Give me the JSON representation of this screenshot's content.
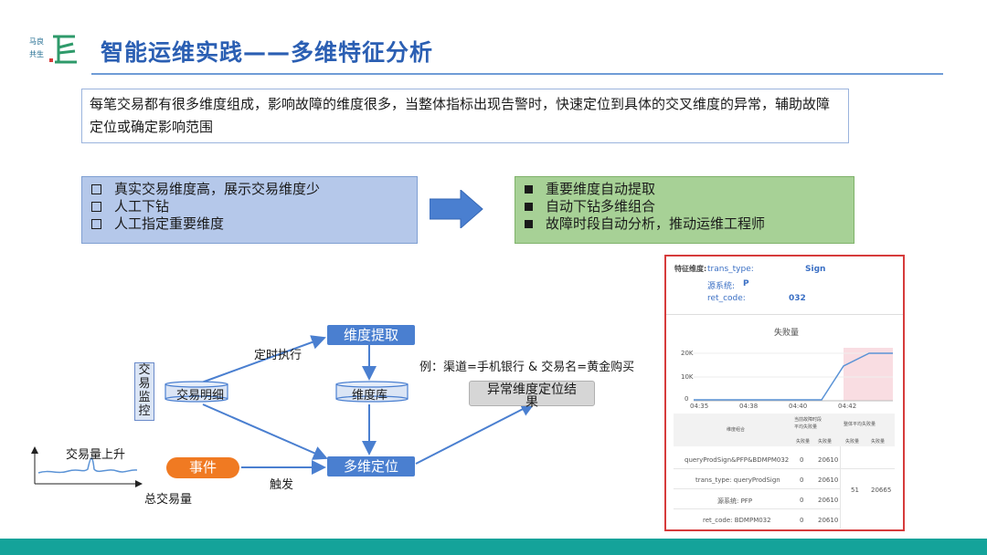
{
  "header": {
    "title": "智能运维实践——多维特征分析",
    "logo_text": "马良共生"
  },
  "intro": {
    "text": "每笔交易都有很多维度组成，影响故障的维度很多，当整体指标出现告警时，快速定位到具体的交叉维度的异常，辅助故障定位或确定影响范围"
  },
  "left_list": [
    "真实交易维度高，展示交易维度少",
    "人工下钻",
    "人工指定重要维度"
  ],
  "right_list": [
    "重要维度自动提取",
    "自动下钻多维组合",
    "故障时段自动分析，推动运维工程师"
  ],
  "diagram": {
    "side_label": "交易监控",
    "trans_detail": "交易明细",
    "dim_extract": "维度提取",
    "dim_store": "维度库",
    "multi_locate": "多维定位",
    "scheduled": "定时执行",
    "trigger": "触发",
    "event": "事件",
    "example": "例：渠道=手机银行 & 交易名=黄金购买",
    "result_line1": "异常维度定位结",
    "result_line2": "果",
    "vol_up": "交易量上升",
    "total_vol": "总交易量"
  },
  "screenshot": {
    "feature_label": "特征维度:",
    "trans_type_key": "trans_type:",
    "trans_type_val": "Sign",
    "src_key": "源系统:",
    "src_val": "P",
    "ret_code_key": "ret_code:",
    "ret_code_val": "032",
    "chart_title": "失败量",
    "y_ticks": [
      "20K",
      "10K",
      "0"
    ],
    "x_ticks": [
      "04:35",
      "04:38",
      "04:40",
      "04:42"
    ],
    "col_group1": "当前故障时段",
    "col_group1b": "平均失败量",
    "col_group2": "整体平均失败量",
    "col_dim": "维度组合",
    "col_a": "失败量",
    "col_b": "失败量",
    "col_c": "失败量",
    "col_d": "失败量",
    "rows": [
      {
        "name": "queryProdSign&PFP&BDMPM032",
        "a": "0",
        "b": "20610"
      },
      {
        "name": "trans_type: queryProdSign",
        "a": "0",
        "b": "20610"
      },
      {
        "name": "源系统: PFP",
        "a": "0",
        "b": "20610"
      },
      {
        "name": "ret_code: BDMPM032",
        "a": "0",
        "b": "20610"
      }
    ],
    "merged_c": "51",
    "merged_d": "20665"
  },
  "colors": {
    "title_blue": "#2b5fb3",
    "box_blue": "#4a7fd0",
    "event_orange": "#f07a22",
    "left_box": "#b5c8ea",
    "right_box": "#a7d196",
    "footer": "#14a39a",
    "frame_red": "#d63b3b"
  }
}
